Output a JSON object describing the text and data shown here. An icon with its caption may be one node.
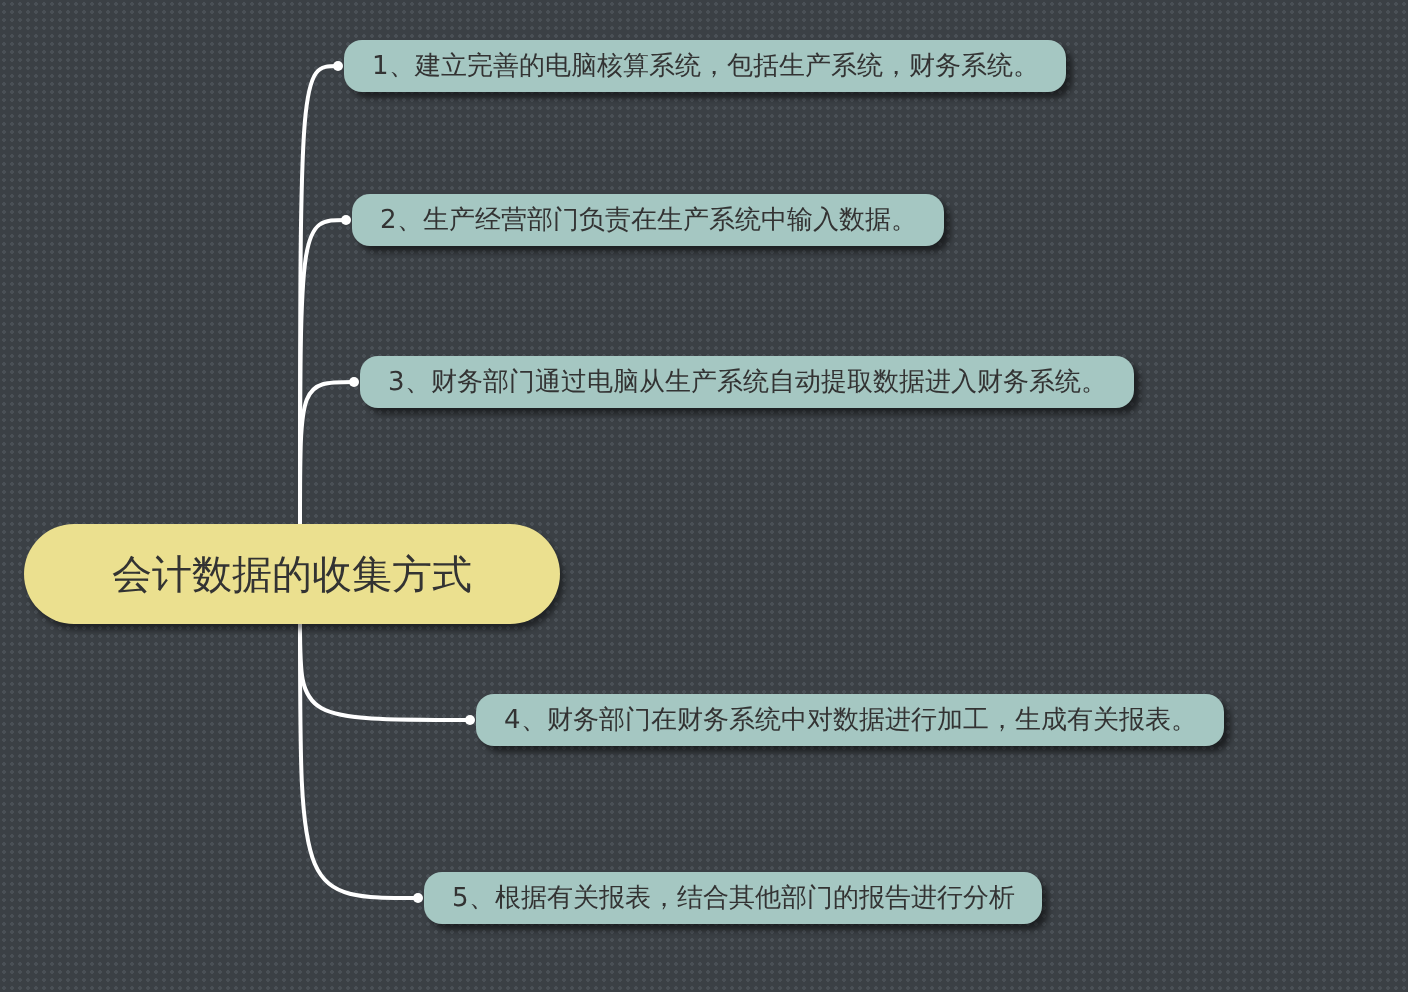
{
  "diagram": {
    "nodes": [
      {
        "text": [
          "会计数据的收集方式"
        ]
      },
      {
        "text": [
          "1、建立完善的电脑核算系统，包括生产系统，财务系统。"
        ]
      },
      {
        "text": [
          "2、生产经营部门负责在生产系统中输入数据。"
        ]
      },
      {
        "text": [
          "3、财务部门通过电脑从生产系统自动提取数据进入财务系统。"
        ]
      },
      {
        "text": [
          "4、财务部门在财务系统中对数据进行加工，生成有关报表。"
        ]
      },
      {
        "text": [
          "5、根据有关报表，结合其他部门的报告进行分析"
        ]
      }
    ],
    "edges": [
      {
        "from": 0,
        "to": 1,
        "arrow": "other"
      },
      {
        "from": 0,
        "to": 2,
        "arrow": "other"
      },
      {
        "from": 0,
        "to": 3,
        "arrow": "other"
      },
      {
        "from": 0,
        "to": 4,
        "arrow": "other"
      },
      {
        "from": 0,
        "to": 5,
        "arrow": "other"
      }
    ]
  }
}
